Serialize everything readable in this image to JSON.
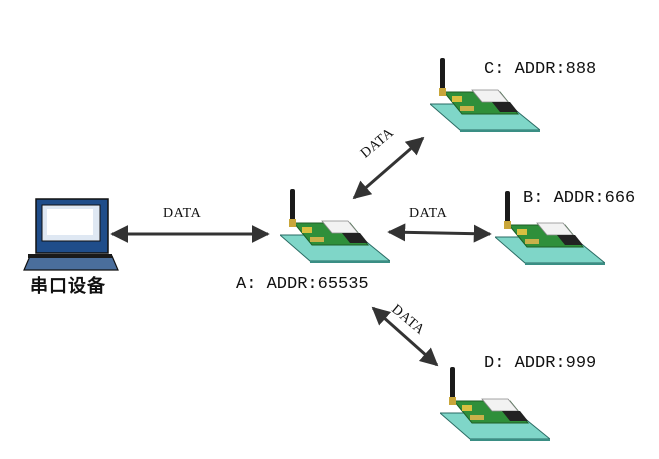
{
  "serial_device": {
    "label": "串口设备"
  },
  "modules": {
    "a": {
      "label": "A: ADDR:65535"
    },
    "b": {
      "label": "B: ADDR:666"
    },
    "c": {
      "label": "C: ADDR:888"
    },
    "d": {
      "label": "D: ADDR:999"
    }
  },
  "links": {
    "serial_to_a": "DATA",
    "a_to_b": "DATA",
    "a_to_c": "DATA",
    "a_to_d": "DATA"
  },
  "colors": {
    "board_green": "#2f8f3a",
    "base_teal": "#7fd6c8",
    "arrow": "#333333",
    "monitor_blue": "#1f4d8a"
  },
  "icons": {
    "serial": "computer-monitor-icon",
    "module": "wireless-module-icon"
  }
}
